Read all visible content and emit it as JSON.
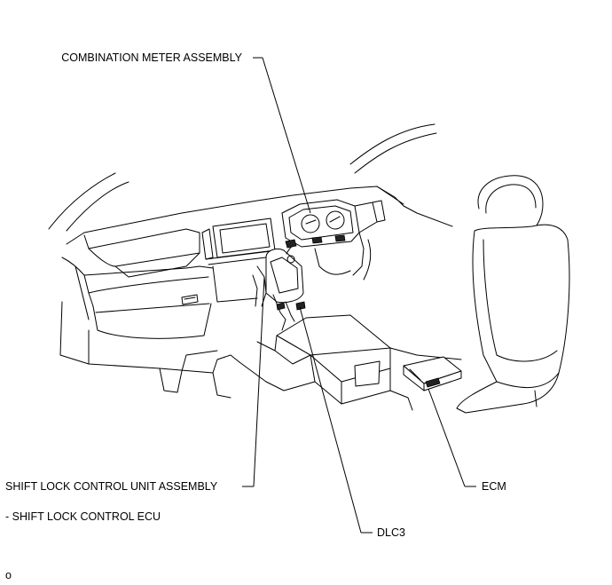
{
  "labels": {
    "combination_meter": "COMBINATION METER ASSEMBLY",
    "shift_lock_unit": "SHIFT LOCK CONTROL UNIT ASSEMBLY",
    "shift_lock_ecu": "- SHIFT LOCK CONTROL ECU",
    "dlc3": "DLC3",
    "ecm": "ECM",
    "corner_mark": "o"
  }
}
